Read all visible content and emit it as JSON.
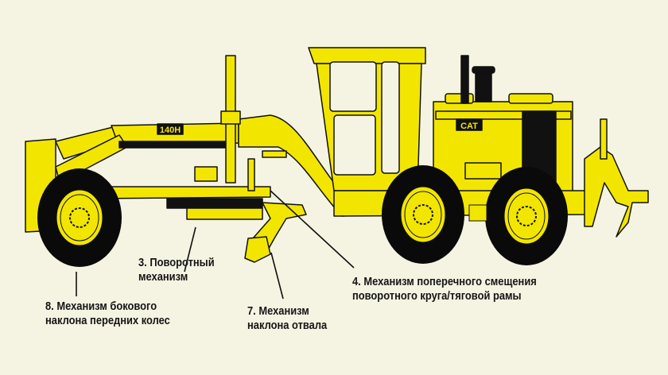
{
  "diagram": {
    "subject": "motor grader",
    "model_badge": "140H",
    "brand_badge": "CAT",
    "colors": {
      "background": "#f5f3e2",
      "machine_body": "#f2e600",
      "outline": "#111111",
      "tire": "#0a0a0a",
      "label_text": "#151515"
    },
    "labels": [
      {
        "id": "3",
        "line1": "3. Поворотный",
        "line2": "механизм"
      },
      {
        "id": "4",
        "line1": "4. Механизм поперечного смещения",
        "line2": "поворотного круга/тяговой рамы"
      },
      {
        "id": "7",
        "line1": "7. Механизм",
        "line2": "наклона отвала"
      },
      {
        "id": "8",
        "line1": "8. Механизм бокового",
        "line2": "наклона передних колес"
      }
    ]
  }
}
